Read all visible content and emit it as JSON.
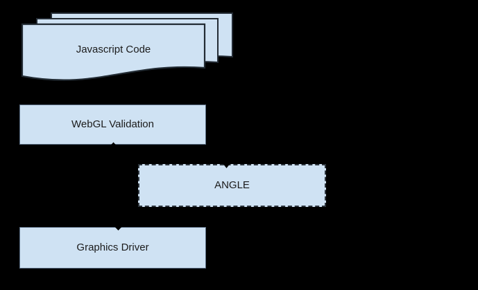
{
  "diagram": {
    "background_color": "#000000",
    "node_fill_color": "#cfe2f3",
    "nodes": {
      "javascript_code": {
        "label": "Javascript Code",
        "shape": "stacked-documents"
      },
      "webgl_validation": {
        "label": "WebGL Validation",
        "shape": "rectangle"
      },
      "angle": {
        "label": "ANGLE",
        "shape": "dashed-rectangle"
      },
      "graphics_driver": {
        "label": "Graphics Driver",
        "shape": "rectangle"
      }
    },
    "connectors": [
      {
        "type": "arrowhead",
        "direction": "up",
        "target": "webgl_validation"
      },
      {
        "type": "arrowhead",
        "direction": "down",
        "target": "angle"
      },
      {
        "type": "arrowhead",
        "direction": "down",
        "target": "graphics_driver"
      }
    ]
  }
}
